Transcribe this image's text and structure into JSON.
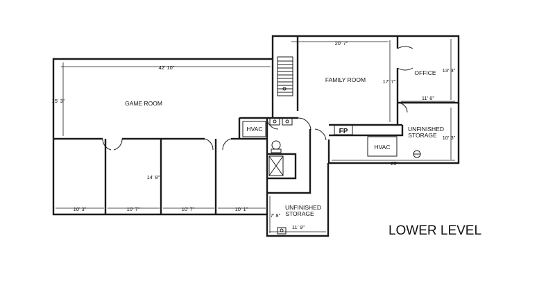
{
  "plan": {
    "title": "LOWER LEVEL",
    "rooms": {
      "game_room": "GAME ROOM",
      "family_room": "FAMILY ROOM",
      "office": "OFFICE",
      "hvac_left": "HVAC",
      "hvac_right": "HVAC",
      "fireplace": "FP",
      "unfinished_storage_right_1": "UNFINISHED",
      "unfinished_storage_right_2": "STORAGE",
      "unfinished_storage_bottom_1": "UNFINISHED",
      "unfinished_storage_bottom_2": "STORAGE"
    },
    "dimensions": {
      "game_room_width": "42' 10\"",
      "game_room_depth": "15' 3\"",
      "family_room_width": "20' 7\"",
      "family_room_depth": "17' 7\"",
      "office_depth": "13' 3\"",
      "office_width": "11' 6\"",
      "storage_right_depth": "10' 3\"",
      "storage_right_width": "25'",
      "bedroom_depth": "14' 8\"",
      "bedroom_1_width": "10' 3\"",
      "bedroom_2_width": "10' 7\"",
      "bedroom_3_width": "10' 7\"",
      "bedroom_4_width": "10' 1\"",
      "storage_bottom_depth": "7' 8\"",
      "storage_bottom_width": "11' 9\""
    }
  }
}
